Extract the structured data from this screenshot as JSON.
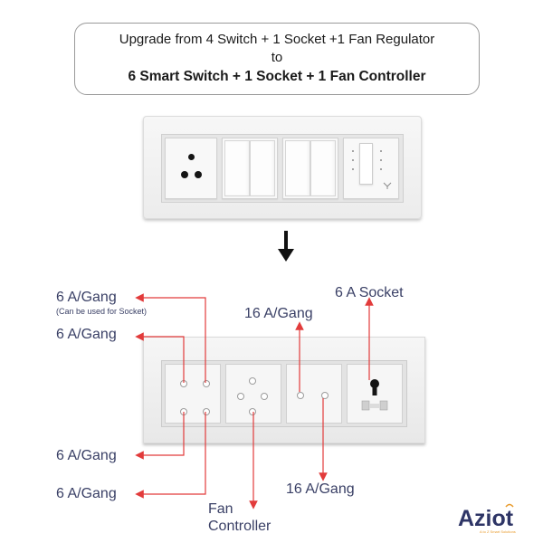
{
  "headline": {
    "line1": "Upgrade from 4 Switch + 1 Socket +1 Fan Regulator",
    "line2": "to",
    "line3": "6 Smart Switch + 1 Socket + 1 Fan Controller"
  },
  "labels": {
    "gang_top_left": "6 A/Gang",
    "gang_top_left_note": "(Can be used for Socket)",
    "gang_second_left": "6 A/Gang",
    "gang_16_top": "16 A/Gang",
    "socket_6a": "6 A Socket",
    "gang_bottom_left_1": "6 A/Gang",
    "gang_bottom_left_2": "6 A/Gang",
    "gang_16_bottom": "16 A/Gang",
    "fan_line1": "Fan",
    "fan_line2": "Controller"
  },
  "brand": {
    "name": "Aziot",
    "tagline": "A to Z Smart Solutions",
    "colors": {
      "primary": "#2e3566",
      "accent": "#e89a2a"
    }
  },
  "colors": {
    "annotation_line": "#e23b3b",
    "label_text": "#3a4066",
    "arrow": "#111111"
  }
}
